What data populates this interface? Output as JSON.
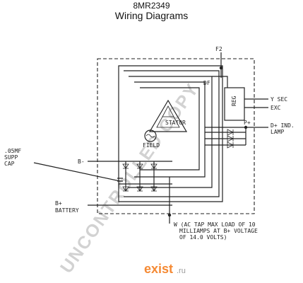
{
  "header": {
    "part_number": "8MR2349",
    "title": "Wiring Diagrams"
  },
  "labels": {
    "f2": "F2",
    "df": "DF",
    "reg": "REG",
    "y_sec": "Y SEC",
    "exc": "EXC",
    "p_plus": "P+",
    "d_plus_ind": "D+ IND.",
    "lamp": "LAMP",
    "stator": "STATOR",
    "field": "FIELD",
    "b_minus": "B-",
    "cap_line1": ".05MF",
    "cap_line2": "SUPP",
    "cap_line3": "CAP",
    "b_plus": "B+",
    "battery": "BATTERY",
    "w_note_line1": "W (AC TAP MAX LOAD OF 10",
    "w_note_line2": "MILLIAMPS AT B+ VOLTAGE",
    "w_note_line3": "OF 14.0 VOLTS)"
  },
  "watermark": {
    "text": "UNCONTROLLED COPY",
    "color": "#c8c8c8"
  },
  "logo": {
    "name": "exist",
    "suffix": ".ru",
    "color": "#f58a34"
  }
}
